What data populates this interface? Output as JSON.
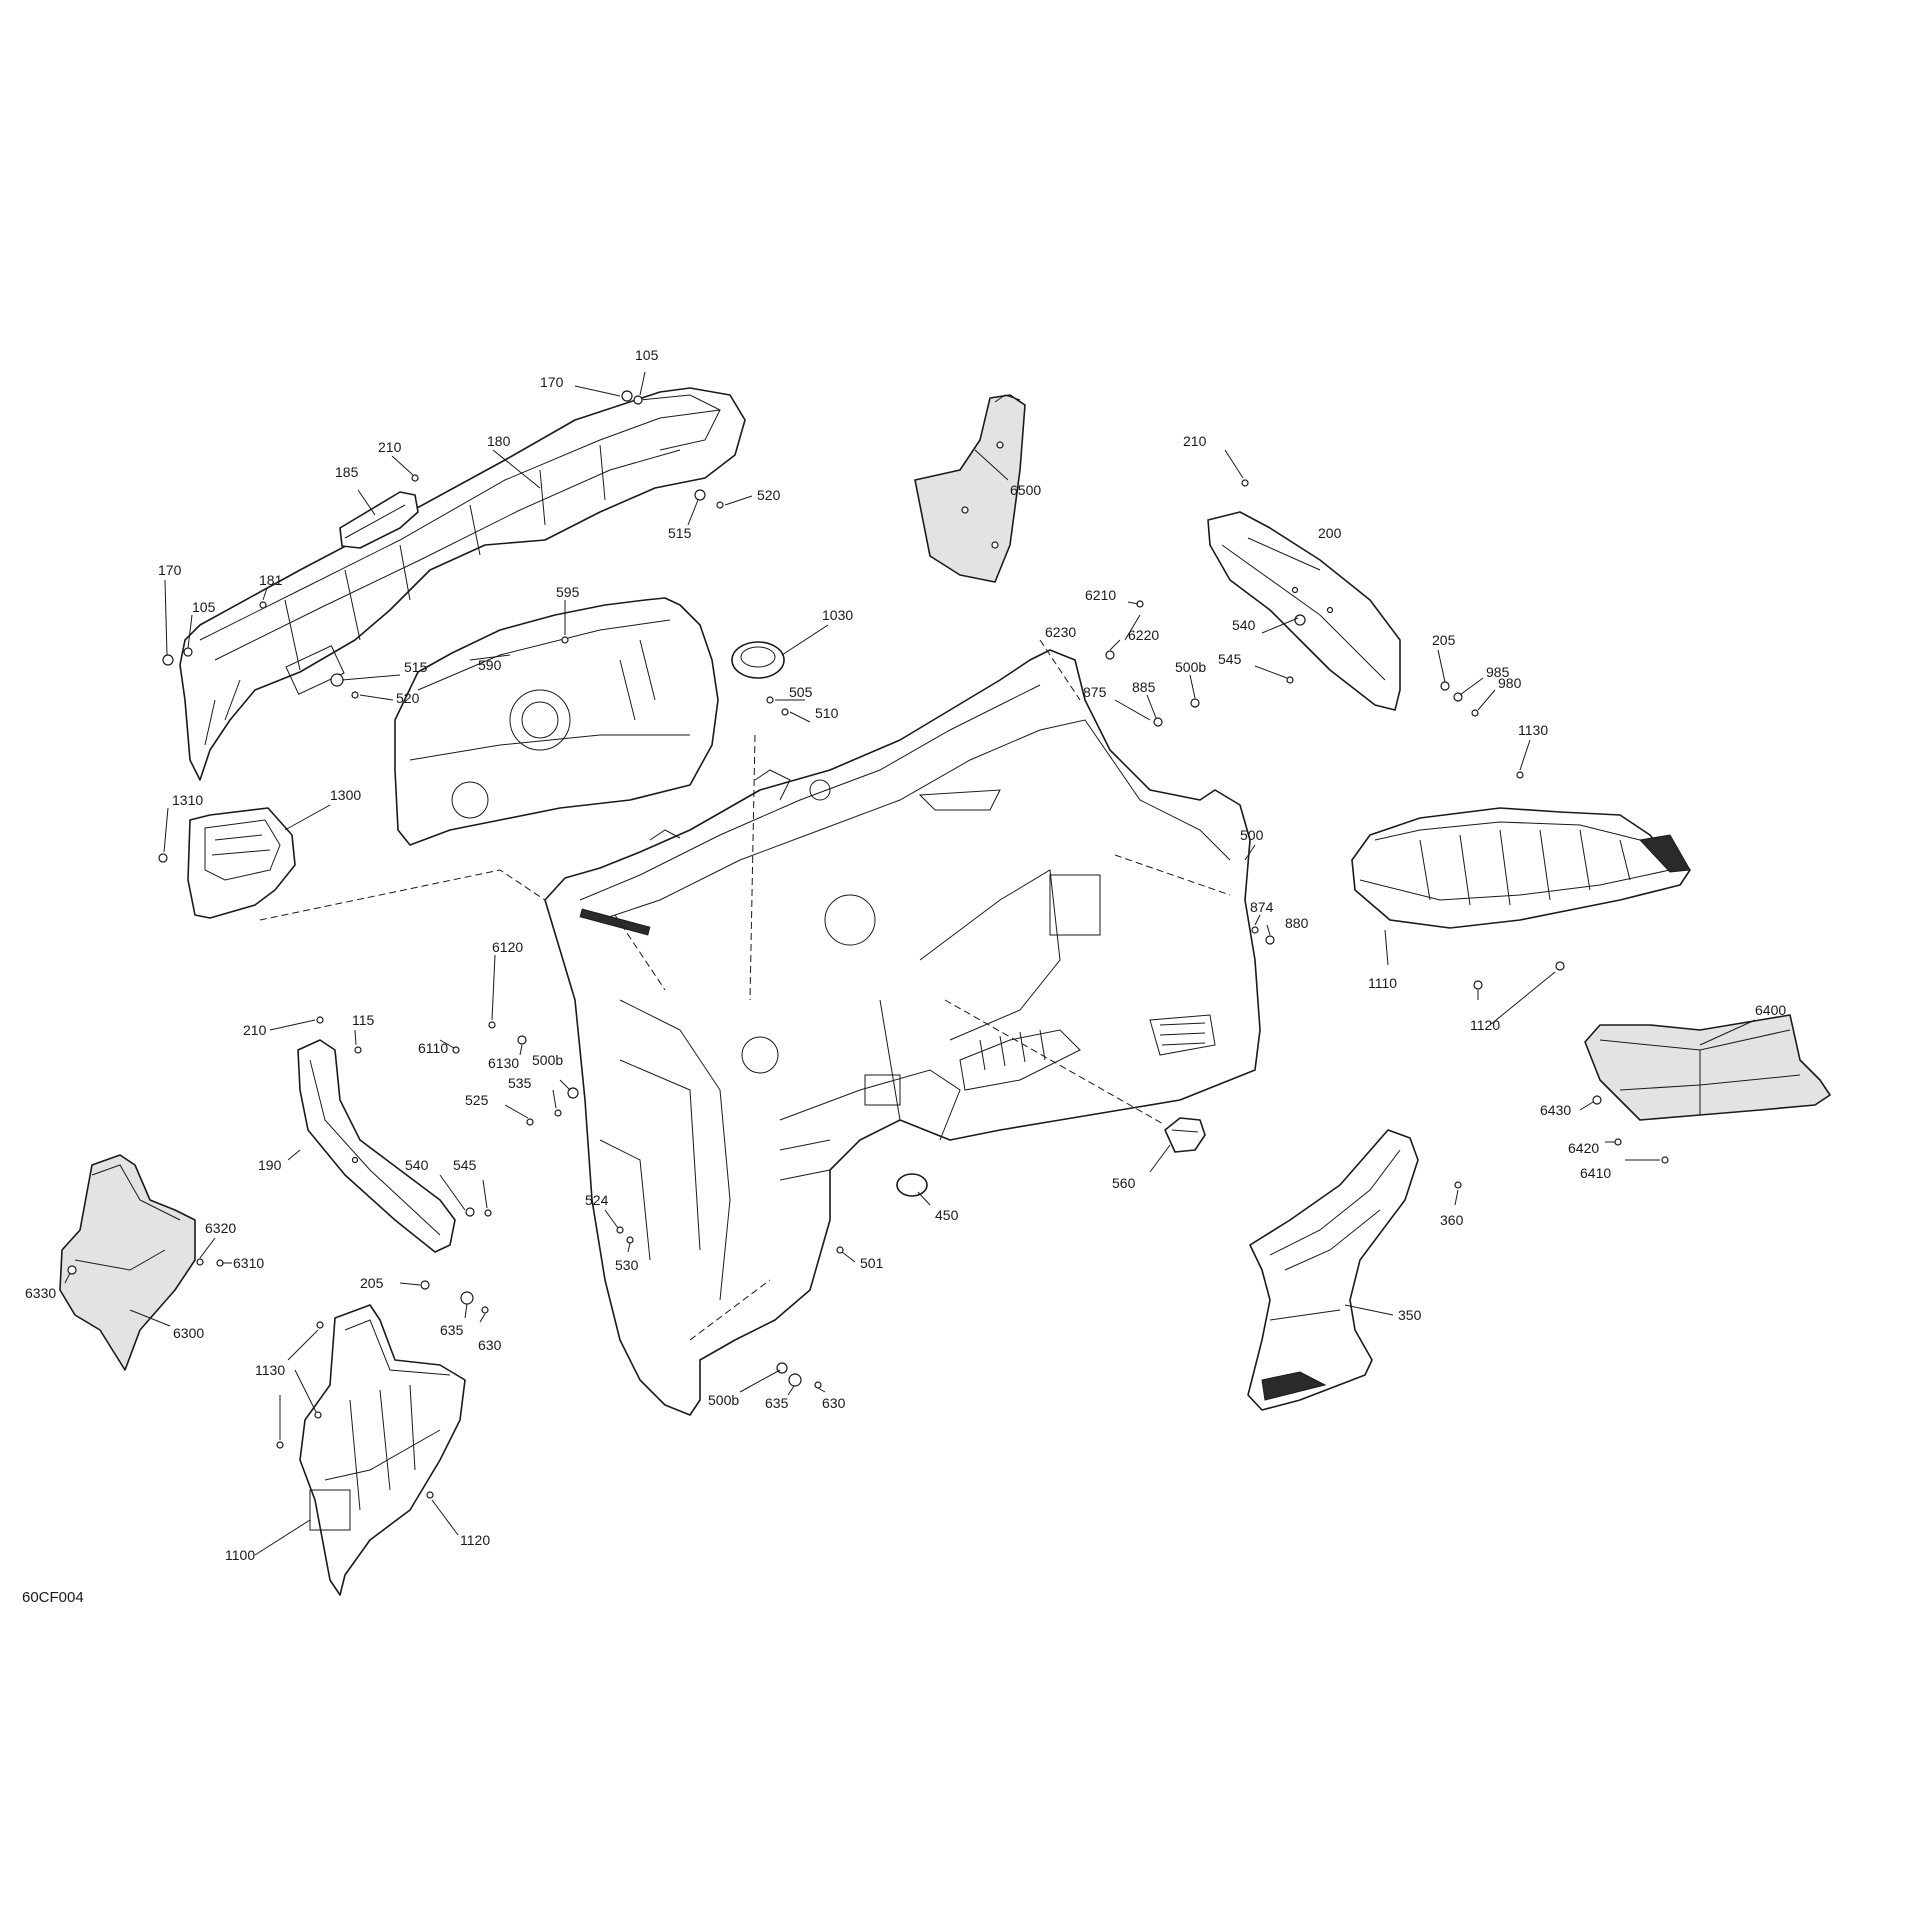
{
  "diagram_ref": "60CF004",
  "colors": {
    "line": "#1a1a1a",
    "panel_shade": "#e3e3e3",
    "background": "#ffffff"
  },
  "callouts": {
    "c105a": "105",
    "c170a": "170",
    "c210a": "210",
    "c185": "185",
    "c180": "180",
    "c520a": "520",
    "c515a": "515",
    "c6500": "6500",
    "c181": "181",
    "c170b": "170",
    "c105b": "105",
    "c595": "595",
    "c515b": "515",
    "c590": "590",
    "c520b": "520",
    "c1030": "1030",
    "c505": "505",
    "c510": "510",
    "c210b": "210",
    "c200": "200",
    "c6210": "6210",
    "c6230": "6230",
    "c6220": "6220",
    "c540a": "540",
    "c545a": "545",
    "c205a": "205",
    "c985": "985",
    "c980": "980",
    "c875": "875",
    "c885": "885",
    "c500ba": "500b",
    "c1130a": "1130",
    "c1310": "1310",
    "c1300": "1300",
    "c500": "500",
    "c874": "874",
    "c880": "880",
    "c1110": "1110",
    "c1120a": "1120",
    "c6120": "6120",
    "c6110": "6110",
    "c6130": "6130",
    "c210c": "210",
    "c115": "115",
    "c6400": "6400",
    "c500bb": "500b",
    "c535": "535",
    "c525": "525",
    "c190": "190",
    "c540b": "540",
    "c545b": "545",
    "c560": "560",
    "c6430": "6430",
    "c6420": "6420",
    "c6410": "6410",
    "c524": "524",
    "c450": "450",
    "c360": "360",
    "c6320": "6320",
    "c6310": "6310",
    "c6330": "6330",
    "c205b": "205",
    "c530": "530",
    "c501": "501",
    "c635a": "635",
    "c630a": "630",
    "c350": "350",
    "c6300": "6300",
    "c1130b": "1130",
    "c500bc": "500b",
    "c635b": "635",
    "c630b": "630",
    "c1100": "1100",
    "c1120b": "1120"
  }
}
